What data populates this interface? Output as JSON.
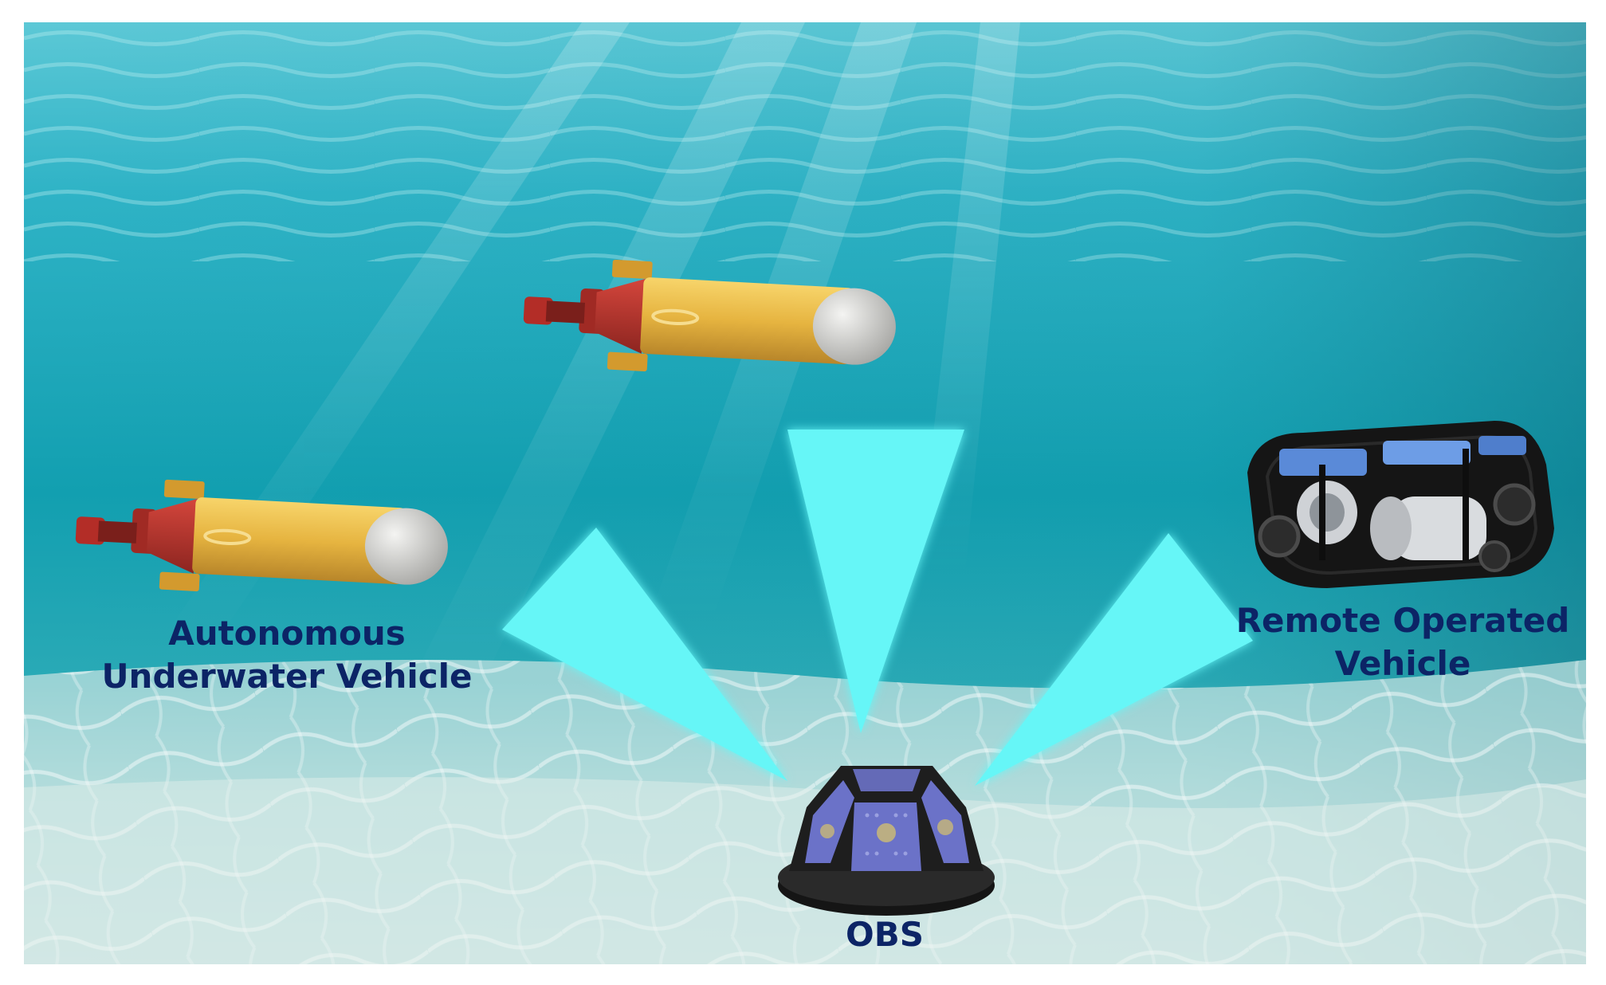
{
  "labels": {
    "auv": {
      "line1": "Autonomous",
      "line2": "Underwater Vehicle"
    },
    "rov": {
      "line1": "Remote Operated",
      "line2": "Vehicle"
    },
    "obs": "OBS"
  },
  "icons": {
    "auv": "auv-torpedo-icon",
    "rov": "rov-frame-icon",
    "obs": "obs-station-icon",
    "beam": "acoustic-beam"
  },
  "colors": {
    "label_text": "#0c2466",
    "water_top": "#4fc7d6",
    "water_mid": "#17a9b8",
    "seabed": "#cfe5e3",
    "beam": "#66f6f7",
    "auv_hull": "#e6b440",
    "auv_nose": "#d2d2d0",
    "auv_tail": "#b8322b",
    "obs_body": "#202020",
    "obs_panel": "#6b72c8"
  }
}
